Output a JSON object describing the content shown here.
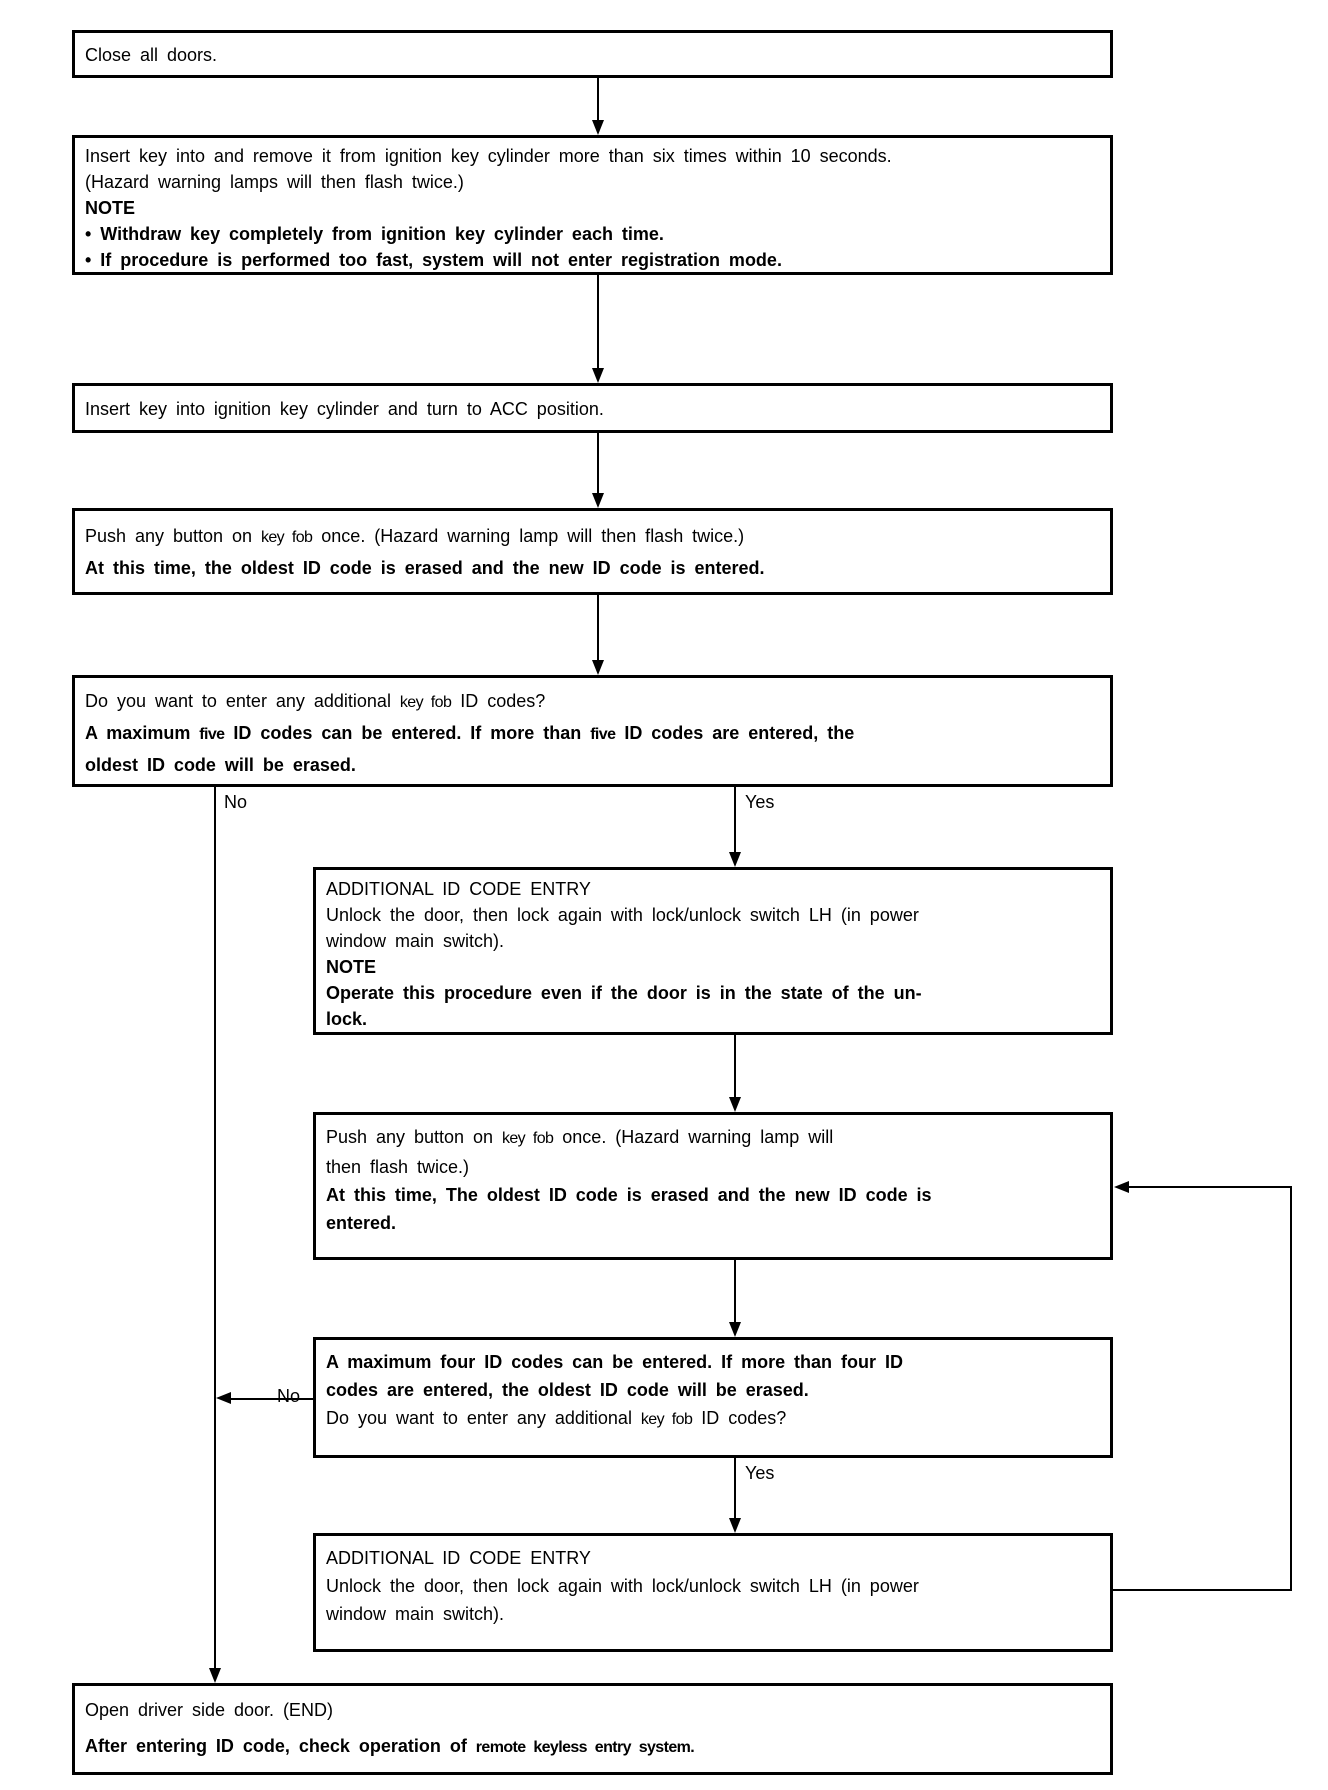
{
  "colors": {
    "background": "#ffffff",
    "line": "#000000",
    "text": "#000000"
  },
  "branch_labels": {
    "no_first": "No",
    "yes_first": "Yes",
    "no_second": "No",
    "yes_second": "Yes"
  },
  "boxes": [
    {
      "name": "close-all-doors",
      "lines": [
        {
          "bold": false,
          "segs": [
            {
              "t": "Close all doors."
            }
          ]
        }
      ]
    },
    {
      "name": "insert-remove-key",
      "lines": [
        {
          "bold": false,
          "segs": [
            {
              "t": "Insert key into and remove it from ignition key cylinder more than six times within 10 seconds."
            }
          ]
        },
        {
          "bold": false,
          "segs": [
            {
              "t": "(Hazard warning lamps will then flash twice.)"
            }
          ]
        },
        {
          "bold": true,
          "segs": [
            {
              "t": "NOTE"
            }
          ]
        },
        {
          "bold": true,
          "segs": [
            {
              "t": "• Withdraw key completely from ignition key cylinder each time."
            }
          ]
        },
        {
          "bold": true,
          "segs": [
            {
              "t": "• If procedure is performed too fast, system will not enter registration mode."
            }
          ]
        }
      ]
    },
    {
      "name": "turn-to-acc",
      "lines": [
        {
          "bold": false,
          "segs": [
            {
              "t": "Insert key into ignition key cylinder and turn to ACC position."
            }
          ]
        }
      ]
    },
    {
      "name": "push-button-first",
      "lines": [
        {
          "bold": false,
          "segs": [
            {
              "t": "Push any button on "
            },
            {
              "t": "key fob",
              "narrow": true
            },
            {
              "t": " once. (Hazard warning lamp will then flash twice.)"
            }
          ]
        },
        {
          "bold": true,
          "segs": [
            {
              "t": "At this time, the oldest ID code is erased and the new ID code is entered."
            }
          ]
        }
      ]
    },
    {
      "name": "additional-codes-question-five",
      "lines": [
        {
          "bold": false,
          "segs": [
            {
              "t": "Do you want to enter any additional "
            },
            {
              "t": "key fob",
              "narrow": true
            },
            {
              "t": " ID codes?"
            }
          ]
        },
        {
          "bold": true,
          "segs": [
            {
              "t": "A maximum "
            },
            {
              "t": "five",
              "narrow": true
            },
            {
              "t": " ID codes can be entered. If more than "
            },
            {
              "t": "five",
              "narrow": true
            },
            {
              "t": " ID codes are entered, the"
            }
          ]
        },
        {
          "bold": true,
          "segs": [
            {
              "t": "oldest ID code will be erased."
            }
          ]
        }
      ]
    },
    {
      "name": "additional-id-code-entry-1",
      "lines": [
        {
          "bold": false,
          "segs": [
            {
              "t": "ADDITIONAL ID CODE ENTRY"
            }
          ]
        },
        {
          "bold": false,
          "segs": [
            {
              "t": "Unlock the door, then lock again with lock/unlock switch LH (in power"
            }
          ]
        },
        {
          "bold": false,
          "segs": [
            {
              "t": "window main switch)."
            }
          ]
        },
        {
          "bold": true,
          "segs": [
            {
              "t": "NOTE"
            }
          ]
        },
        {
          "bold": true,
          "segs": [
            {
              "t": "Operate this procedure even if the door is in the state of the un-"
            }
          ]
        },
        {
          "bold": true,
          "segs": [
            {
              "t": "lock."
            }
          ]
        }
      ]
    },
    {
      "name": "push-button-second",
      "lines": [
        {
          "bold": false,
          "segs": [
            {
              "t": "Push any button on "
            },
            {
              "t": "key fob",
              "narrow": true
            },
            {
              "t": " once. (Hazard warning lamp will"
            }
          ]
        },
        {
          "bold": false,
          "segs": [
            {
              "t": "then flash twice.)"
            }
          ]
        },
        {
          "bold": true,
          "segs": [
            {
              "t": "At this time, The oldest ID code is erased and the new ID code is"
            }
          ]
        },
        {
          "bold": true,
          "segs": [
            {
              "t": "entered."
            }
          ]
        }
      ]
    },
    {
      "name": "additional-codes-question-four",
      "lines": [
        {
          "bold": true,
          "segs": [
            {
              "t": "A maximum four ID codes can be entered. If more than four ID"
            }
          ]
        },
        {
          "bold": true,
          "segs": [
            {
              "t": "codes are entered, the oldest ID code will be erased."
            }
          ]
        },
        {
          "bold": false,
          "segs": [
            {
              "t": "Do you want to enter any additional "
            },
            {
              "t": "key fob",
              "narrow": true
            },
            {
              "t": " ID codes?"
            }
          ]
        }
      ]
    },
    {
      "name": "additional-id-code-entry-2",
      "lines": [
        {
          "bold": false,
          "segs": [
            {
              "t": "ADDITIONAL ID CODE ENTRY"
            }
          ]
        },
        {
          "bold": false,
          "segs": [
            {
              "t": "Unlock the door, then lock again with lock/unlock switch LH (in power"
            }
          ]
        },
        {
          "bold": false,
          "segs": [
            {
              "t": "window main switch)."
            }
          ]
        }
      ]
    },
    {
      "name": "open-driver-door-end",
      "lines": [
        {
          "bold": false,
          "segs": [
            {
              "t": "Open driver side door. (END)"
            }
          ]
        },
        {
          "bold": true,
          "segs": [
            {
              "t": "After entering ID code, check operation of "
            },
            {
              "t": "remote keyless entry system.",
              "narrow": true
            }
          ]
        }
      ]
    }
  ]
}
